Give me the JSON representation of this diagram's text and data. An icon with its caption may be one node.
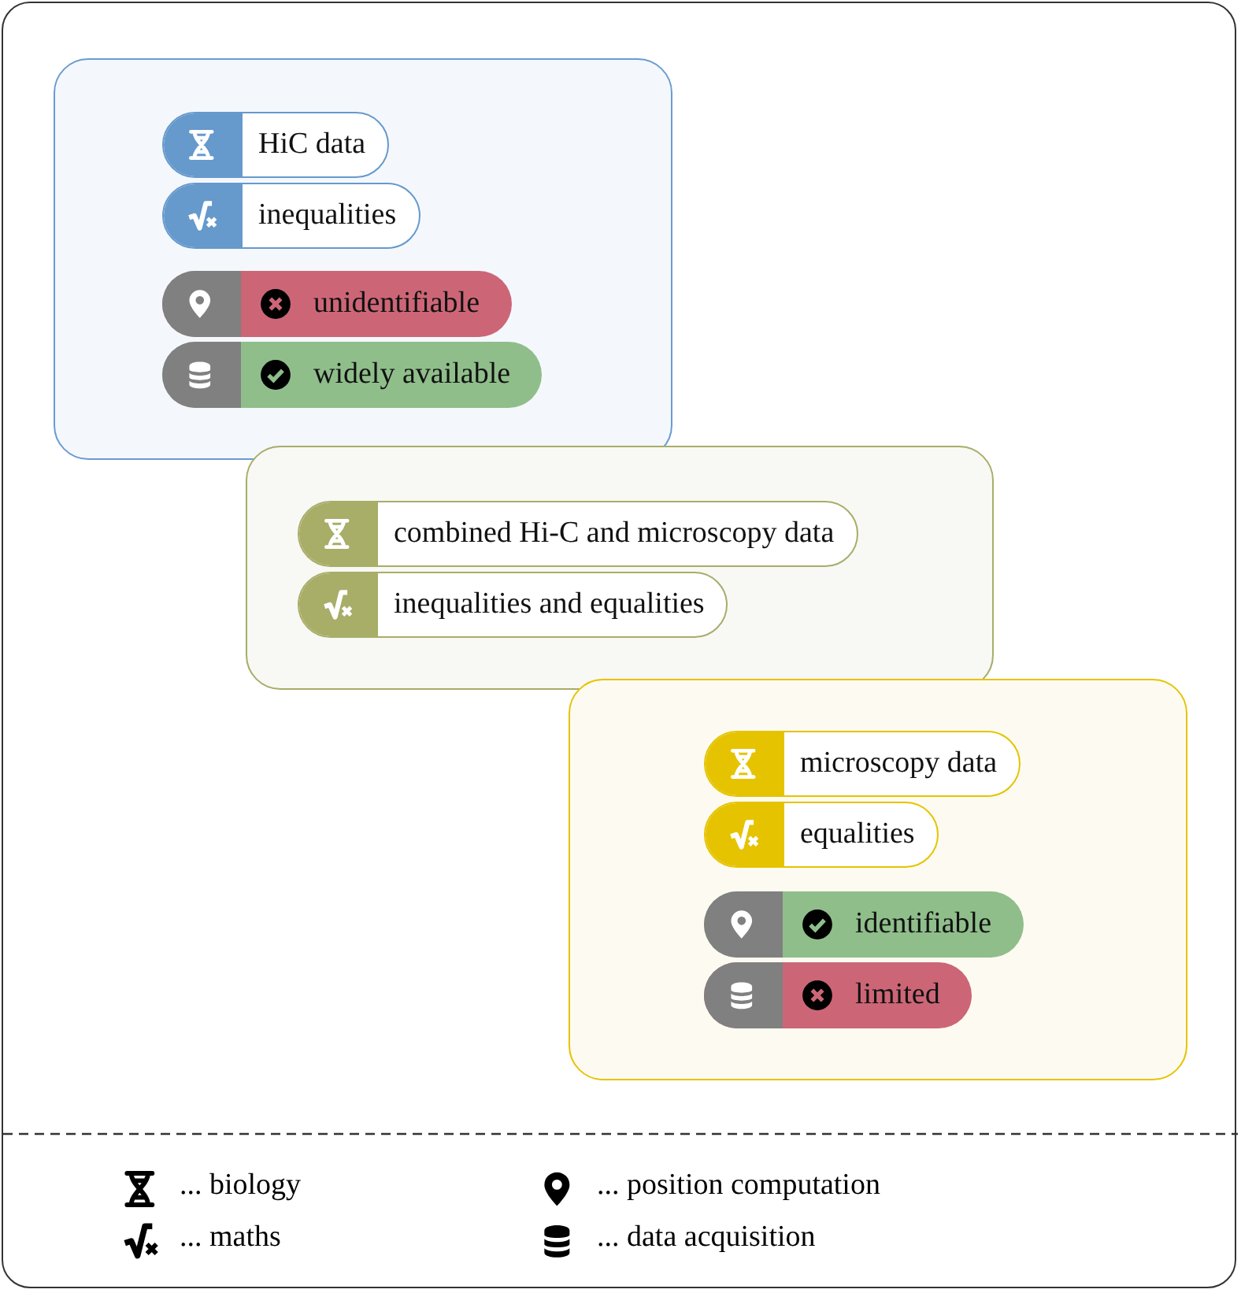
{
  "diagram": {
    "nodes": [
      {
        "text": [],
        "shape": "box"
      },
      {
        "text": [
          "HiC data"
        ],
        "in": 0
      },
      {
        "text": [
          "inequalities"
        ],
        "in": 0
      },
      {
        "text": [
          "unidentifiable"
        ],
        "in": 0
      },
      {
        "text": [
          "widely available"
        ],
        "in": 0
      },
      {
        "text": [],
        "shape": "box"
      },
      {
        "text": [
          "combined Hi-C and microscopy data"
        ],
        "in": 5
      },
      {
        "text": [
          "inequalities and equalities"
        ],
        "in": 5
      },
      {
        "text": [],
        "shape": "box"
      },
      {
        "text": [
          "microscopy data"
        ],
        "in": 8
      },
      {
        "text": [
          "equalities"
        ],
        "in": 8
      },
      {
        "text": [
          "identifiable"
        ],
        "in": 8
      },
      {
        "text": [
          "limited"
        ],
        "in": 8
      }
    ],
    "legend": [
      {
        "text": "... biology"
      },
      {
        "text": "... position computation"
      },
      {
        "text": "... maths"
      },
      {
        "text": "... data acquisition"
      }
    ]
  }
}
